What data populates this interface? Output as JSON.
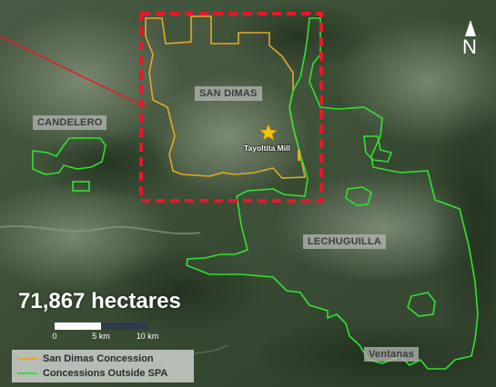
{
  "labels": {
    "san_dimas": "SAN DIMAS",
    "candelero": "CANDELERO",
    "lechuguilla": "LECHUGUILLA",
    "ventanas": "Ventanas",
    "mill": "Tayoltita Mill"
  },
  "north_label": "N",
  "area_text": "71,867 hectares",
  "scale_bar": {
    "ticks": [
      "0",
      "5 km",
      "10 km"
    ]
  },
  "legend": [
    {
      "label": "San Dimas Concession",
      "color": "#e3a82b"
    },
    {
      "label": "Concessions Outside SPA",
      "color": "#33e033"
    }
  ],
  "colors": {
    "concession_outside": "#33e033",
    "san_dimas_concession": "#e3a82b",
    "focus_box": "#e8182a",
    "mill_marker": "#f5c518"
  },
  "icons": [
    "north-arrow-icon",
    "mill-star-icon"
  ]
}
